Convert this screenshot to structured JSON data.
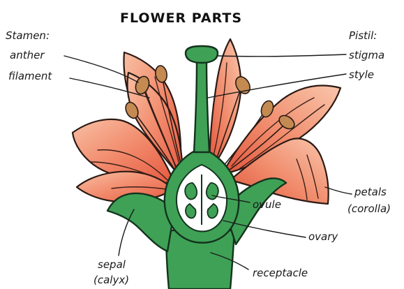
{
  "title": "FLOWER PARTS",
  "labels": {
    "stamen": "Stamen:",
    "anther": "anther",
    "filament": "filament",
    "pistil": "Pistil:",
    "stigma": "stigma",
    "style": "style",
    "petals": "petals",
    "corolla": "(corolla)",
    "ovule": "ovule",
    "ovary": "ovary",
    "sepal": "sepal",
    "calyx": "(calyx)",
    "receptacle": "receptacle"
  },
  "colors": {
    "petal_light": "#f7b59a",
    "petal_mid": "#f08466",
    "petal_dark": "#e2573e",
    "green": "#3fa156",
    "green_dark": "#2a7a3e",
    "ovary_inner": "#ffffff",
    "anther": "#c48a52"
  }
}
